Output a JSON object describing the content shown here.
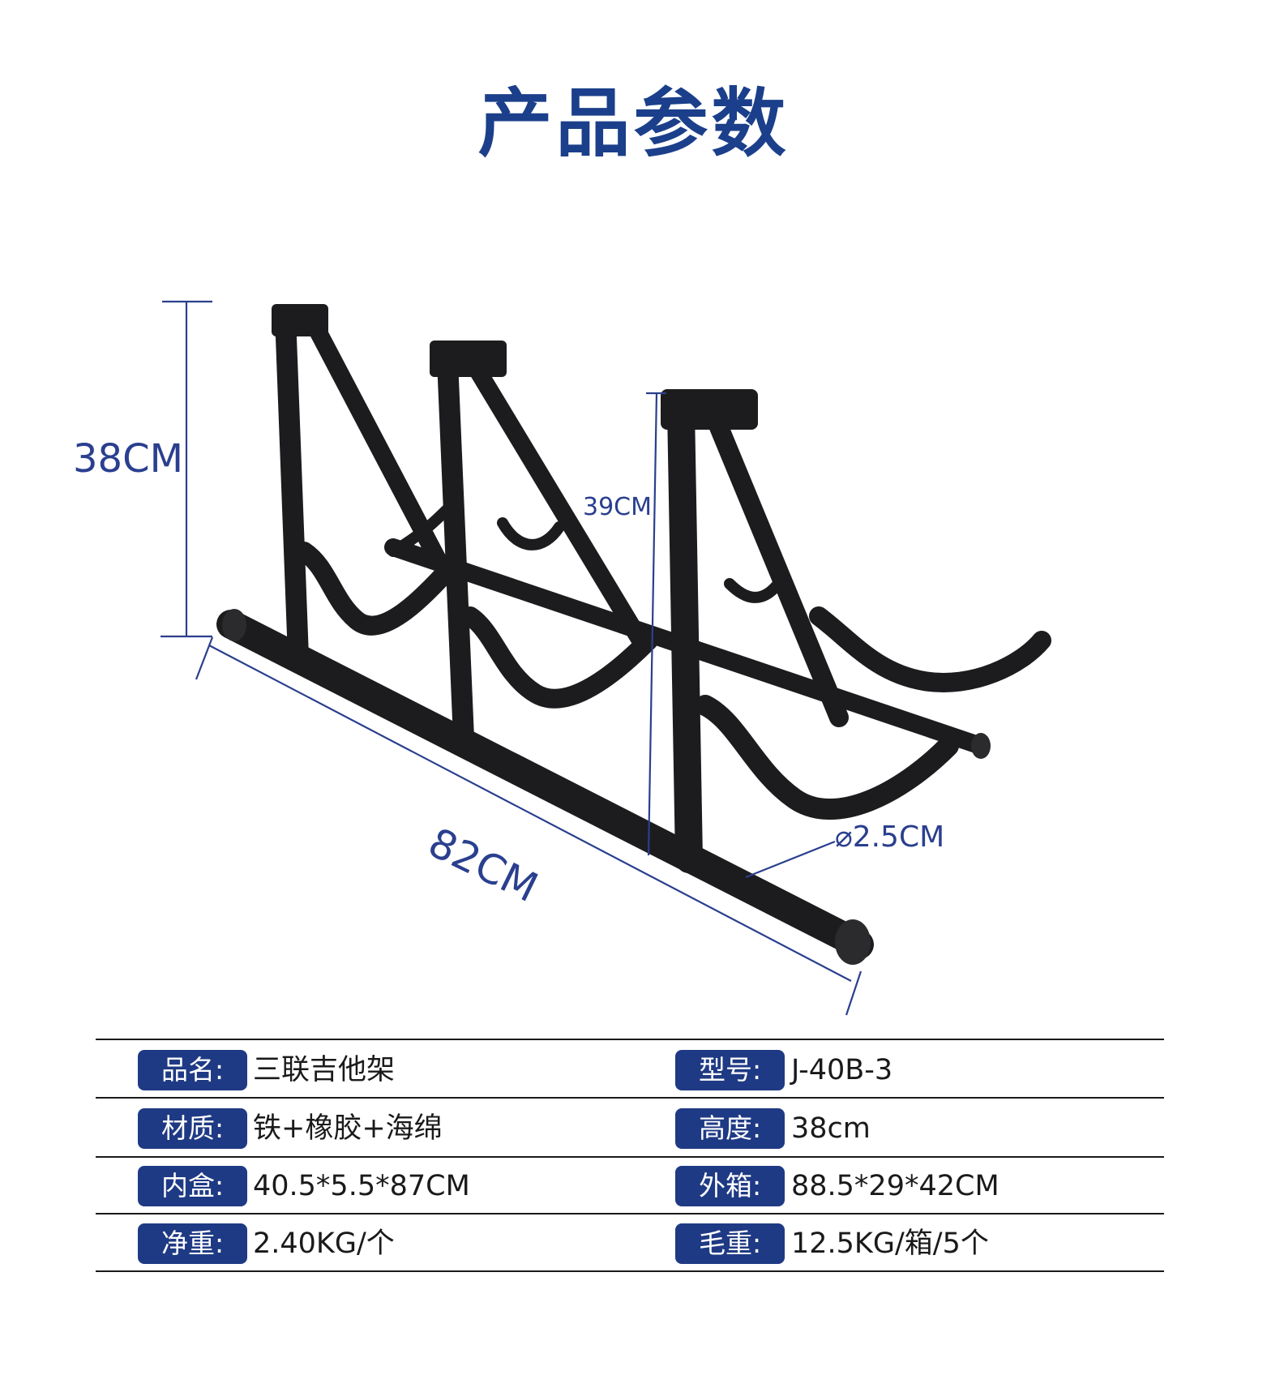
{
  "title": "产品参数",
  "dimensions": {
    "height": "38CM",
    "frame_height": "39CM",
    "length": "82CM",
    "tube_diameter": "2.5CM"
  },
  "specs": [
    {
      "label": "品名:",
      "value": "三联吉他架",
      "label2": "型号:",
      "value2": "J-40B-3"
    },
    {
      "label": "材质:",
      "value": "铁+橡胶+海绵",
      "label2": "高度:",
      "value2": "38cm"
    },
    {
      "label": "内盒:",
      "value": "40.5*5.5*87CM",
      "label2": "外箱:",
      "value2": "88.5*29*42CM"
    },
    {
      "label": "净重:",
      "value": "2.40KG/个",
      "label2": "毛重:",
      "value2": "12.5KG/箱/5个"
    }
  ],
  "colors": {
    "accent": "#1f3a84",
    "title": "#1b3f8a",
    "stand": "#1c1c1e"
  }
}
